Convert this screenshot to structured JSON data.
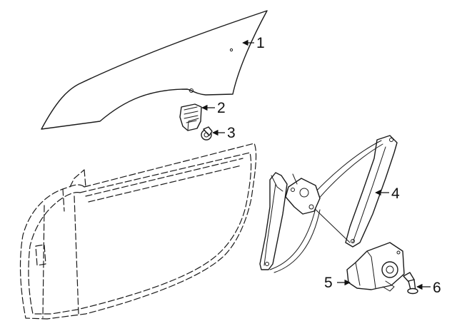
{
  "diagram": {
    "callouts": [
      {
        "id": "1",
        "label": "1",
        "part": "door-glass"
      },
      {
        "id": "2",
        "label": "2",
        "part": "glass-bracket"
      },
      {
        "id": "3",
        "label": "3",
        "part": "bracket-bolt"
      },
      {
        "id": "4",
        "label": "4",
        "part": "window-regulator"
      },
      {
        "id": "5",
        "label": "5",
        "part": "regulator-motor"
      },
      {
        "id": "6",
        "label": "6",
        "part": "motor-screw"
      }
    ]
  }
}
